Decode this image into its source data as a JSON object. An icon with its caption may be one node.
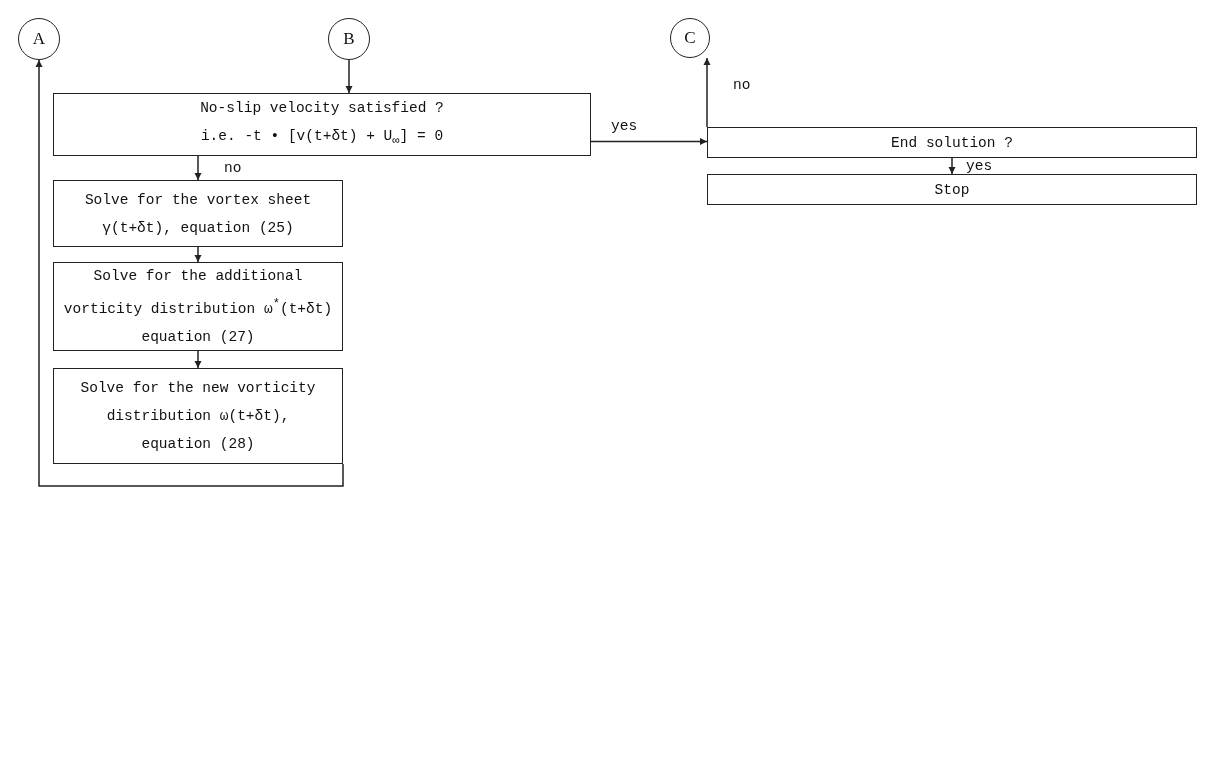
{
  "diagram": {
    "nodes": [
      {
        "text": [
          "A"
        ]
      },
      {
        "text": [
          "B"
        ]
      },
      {
        "text": [
          "C"
        ]
      },
      {
        "text": [
          "No-slip velocity satisfied ?",
          "i.e. -t • [v(t+δt) + U$_{∞}$] = 0"
        ]
      },
      {
        "text": [
          "Solve for the vortex sheet γ(t+δt), equation (25)"
        ]
      },
      {
        "text": [
          "Solve for the additional vorticity distribution ω$^{*}$(t+δt) equation (27)"
        ]
      },
      {
        "text": [
          "Solve for the new vorticity distribution ω(t+δt), equation (28)"
        ]
      },
      {
        "text": [
          "End solution ?"
        ]
      },
      {
        "text": [
          "Stop"
        ]
      }
    ],
    "edges": [
      {
        "from": 1,
        "to": 3,
        "arrow": "to"
      },
      {
        "from": 3,
        "to": 7,
        "arrow": "to",
        "label": "yes"
      },
      {
        "from": 3,
        "to": 4,
        "arrow": "to",
        "label": "no"
      },
      {
        "from": 4,
        "to": 5,
        "arrow": "to"
      },
      {
        "from": 5,
        "to": 6,
        "arrow": "to"
      },
      {
        "from": 6,
        "to": 0,
        "arrow": "to"
      },
      {
        "from": 7,
        "to": 2,
        "arrow": "to",
        "label": "no"
      },
      {
        "from": 7,
        "to": 8,
        "arrow": "to",
        "label": "yes"
      }
    ]
  }
}
